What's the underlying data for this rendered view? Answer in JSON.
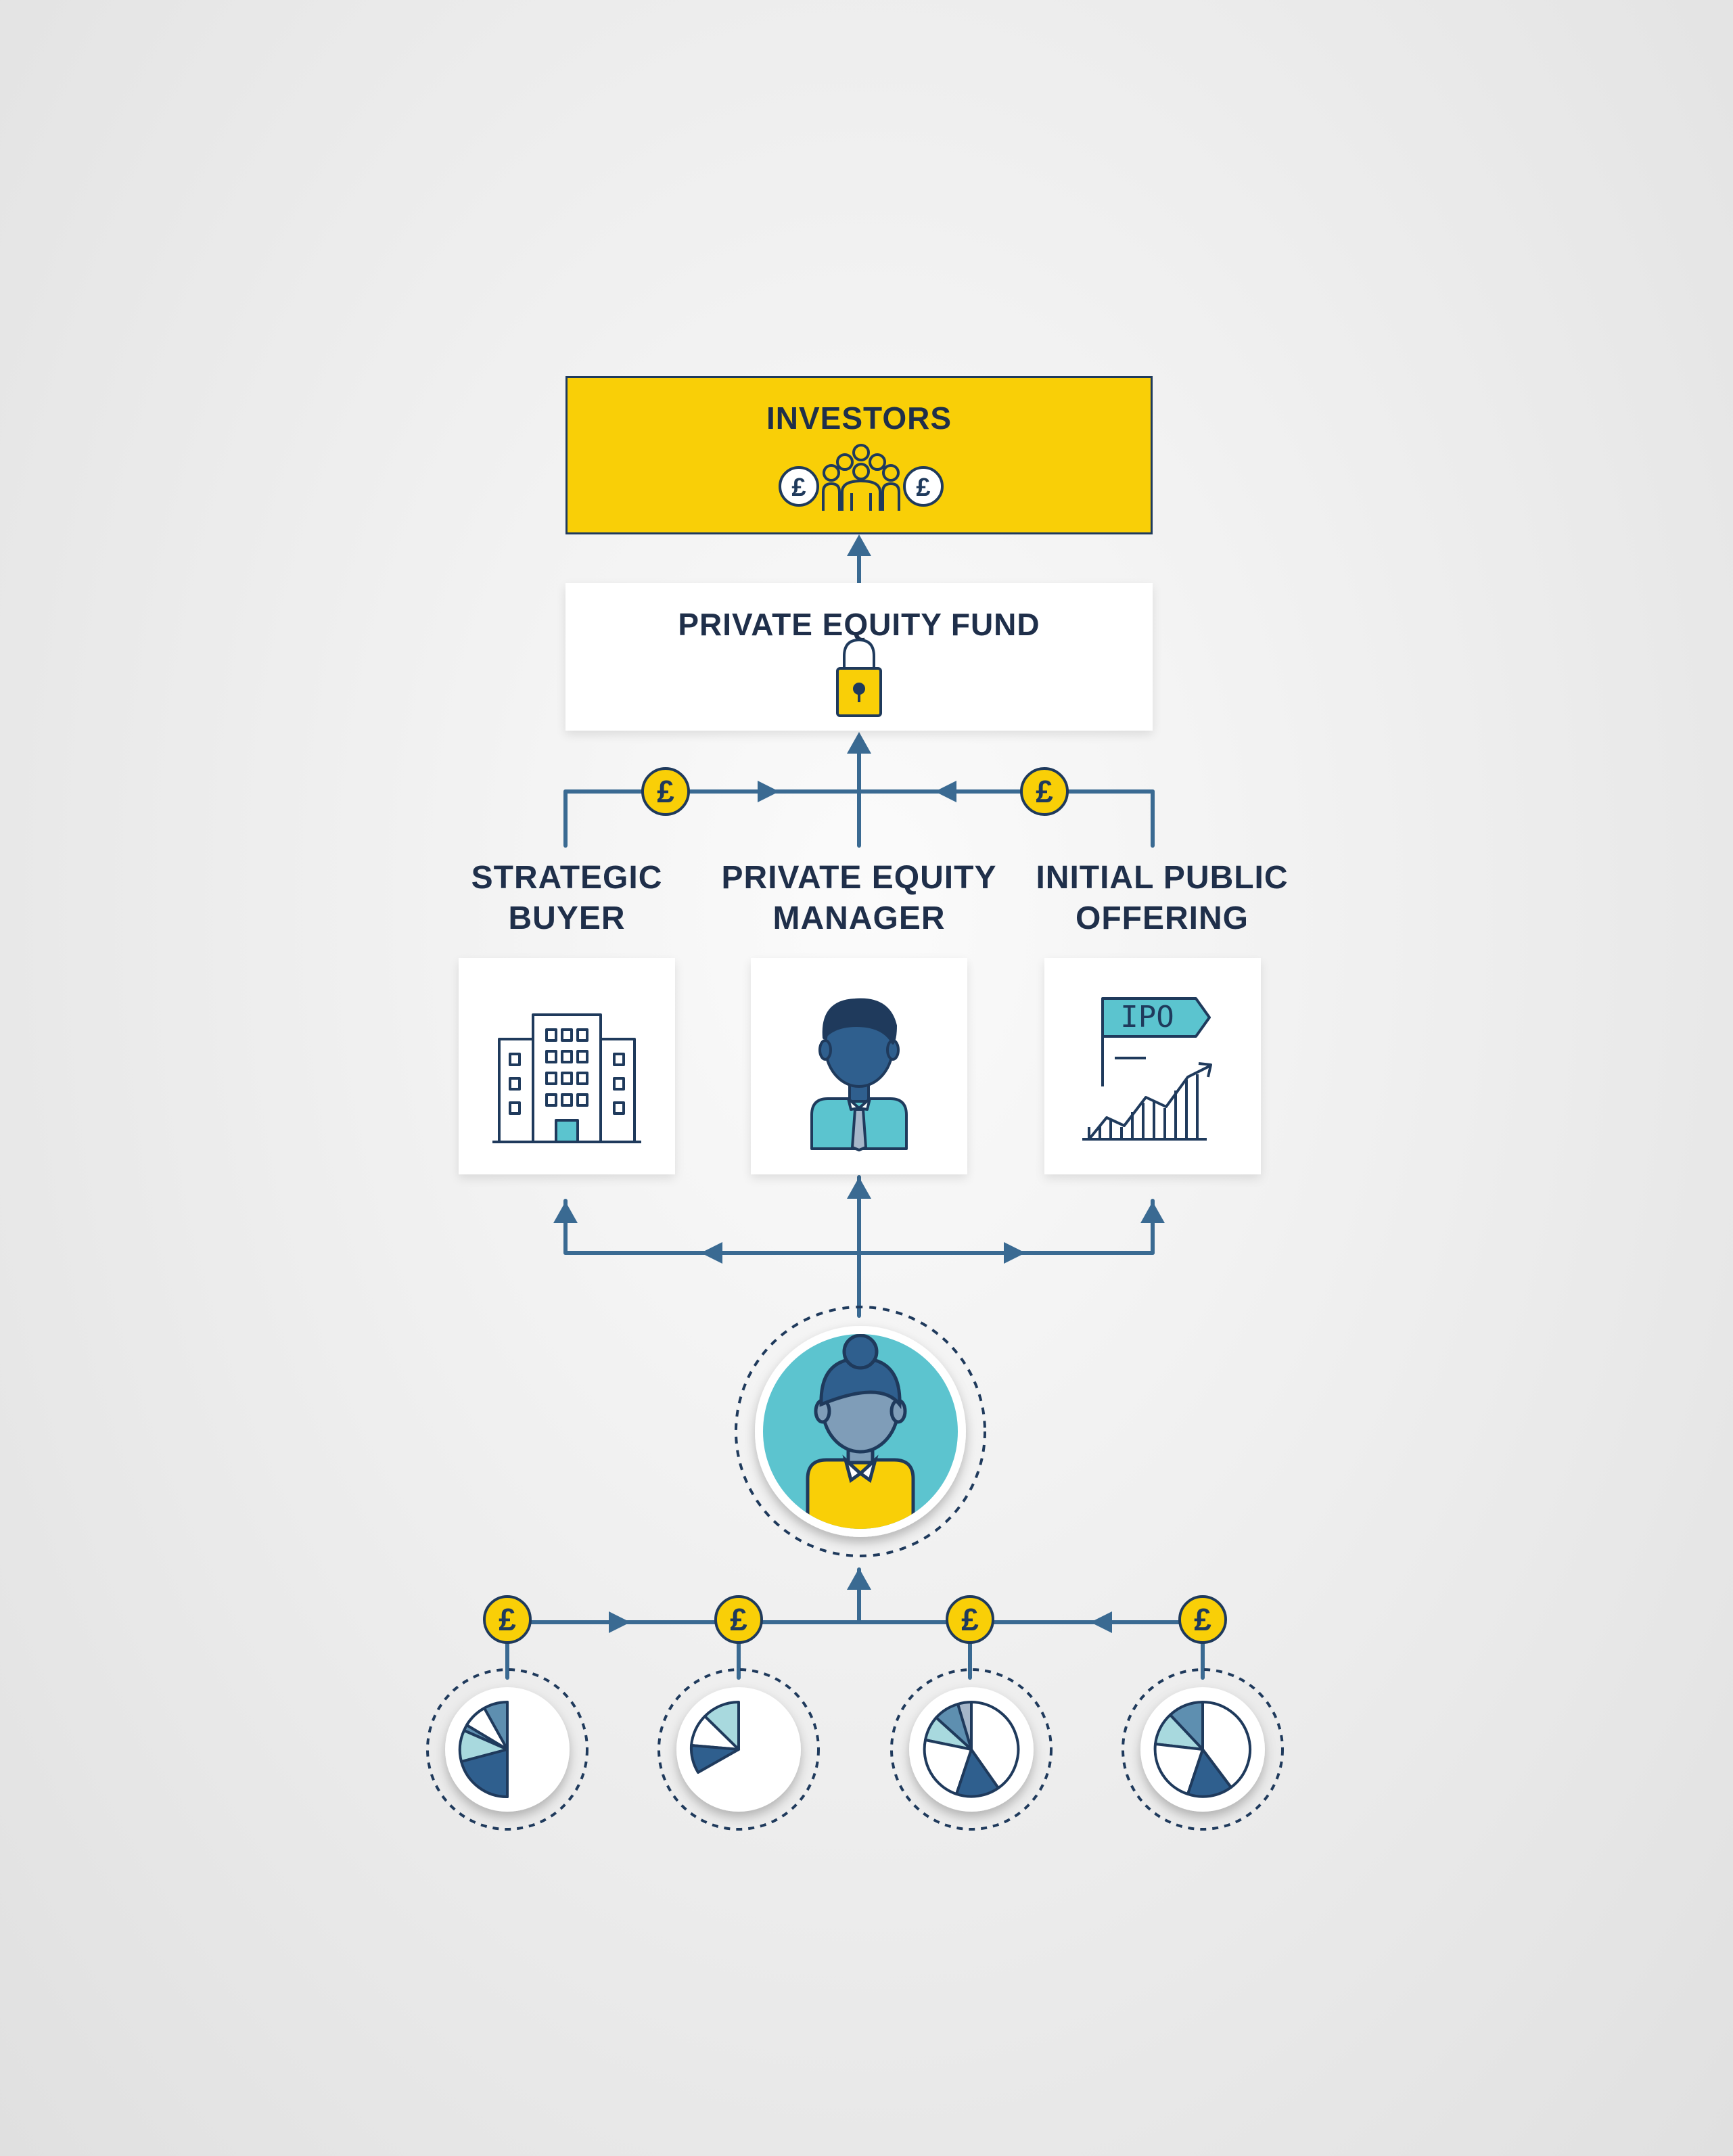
{
  "investors": {
    "title": "INVESTORS"
  },
  "fund": {
    "title": "PRIVATE EQUITY FUND"
  },
  "exits": [
    {
      "line1": "STRATEGIC",
      "line2": "BUYER",
      "icon": "office-building-icon"
    },
    {
      "line1": "PRIVATE EQUITY",
      "line2": "MANAGER",
      "icon": "businessman-icon"
    },
    {
      "line1": "INITIAL PUBLIC",
      "line2": "OFFERING",
      "icon": "ipo-chart-icon"
    }
  ],
  "ipo_sign_text": "IPO",
  "currency_symbol": "£",
  "colors": {
    "yellow": "#f9cf07",
    "navy": "#1f3a5c",
    "line_blue": "#3a6a92",
    "teal": "#5bc4cf",
    "dark_blue": "#2f5f8e"
  }
}
